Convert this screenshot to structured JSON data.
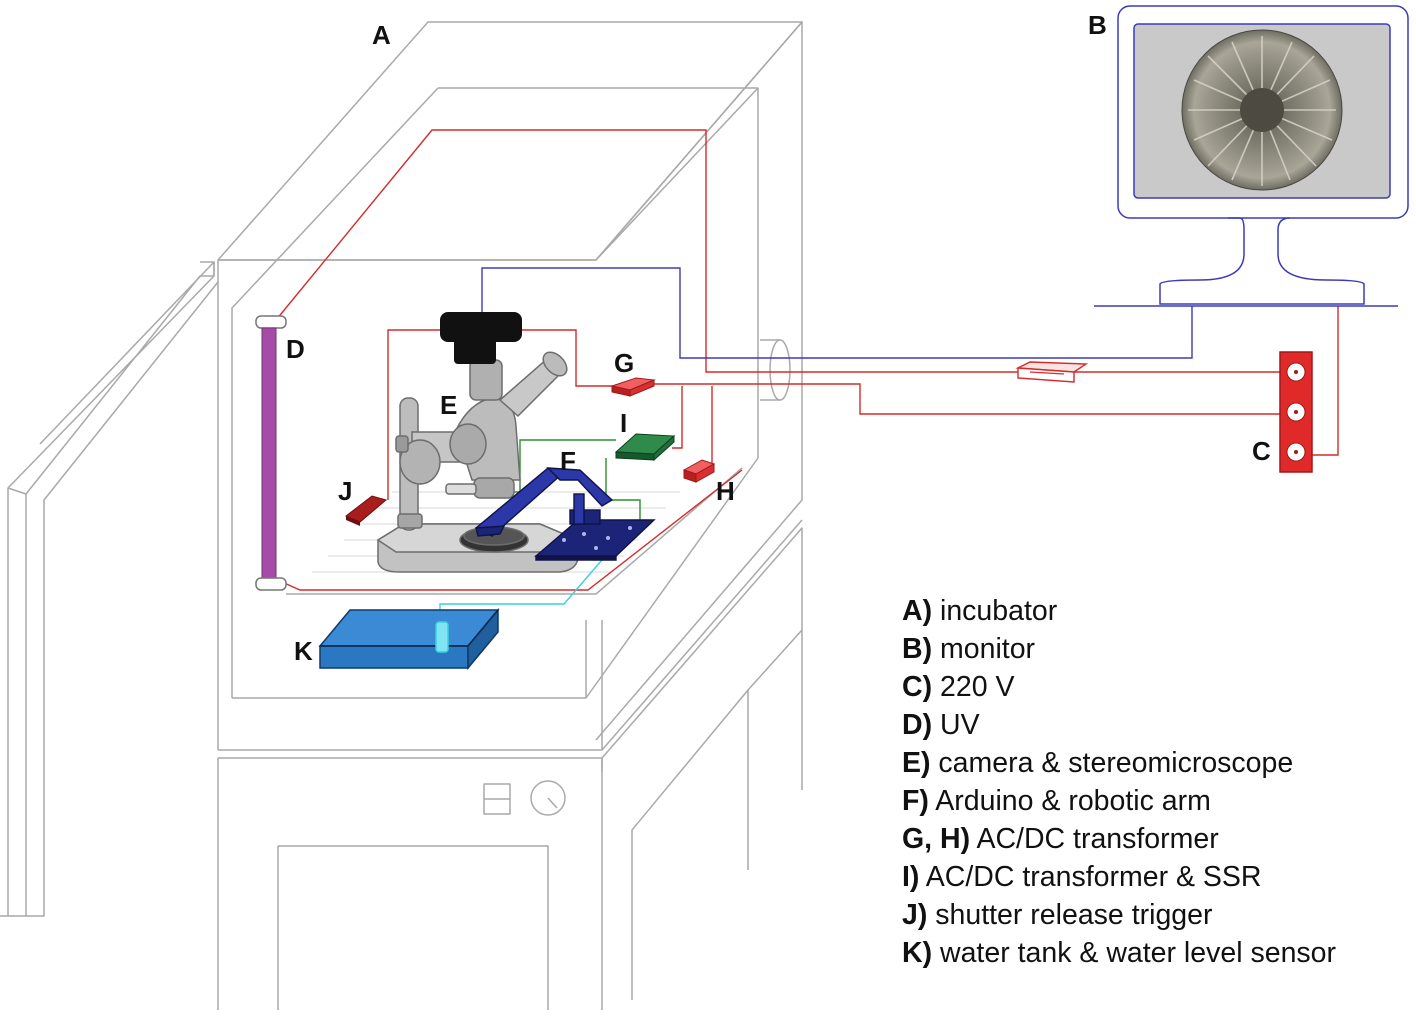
{
  "labels": {
    "A": "A",
    "B": "B",
    "C": "C",
    "D": "D",
    "E": "E",
    "F": "F",
    "G": "G",
    "H": "H",
    "I": "I",
    "J": "J",
    "K": "K"
  },
  "legend": [
    {
      "key": "A)",
      "text": "incubator"
    },
    {
      "key": "B)",
      "text": "monitor"
    },
    {
      "key": "C)",
      "text": "220 V"
    },
    {
      "key": "D)",
      "text": "UV"
    },
    {
      "key": "E)",
      "text": "camera & stereomicroscope"
    },
    {
      "key": "F)",
      "text": "Arduino & robotic arm"
    },
    {
      "key": "G, H)",
      "text": "AC/DC transformer"
    },
    {
      "key": "I)",
      "text": "AC/DC transformer & SSR"
    },
    {
      "key": "J)",
      "text": "shutter release trigger"
    },
    {
      "key": "K)",
      "text": "water tank & water level sensor"
    }
  ],
  "colors": {
    "outline": "#a9a9a9",
    "power_wire": "#d62b2b",
    "video_wire": "#3b3bb8",
    "signal_wire": "#2f8f2f",
    "sensor_wire": "#3ccfe0",
    "uv_lamp": "#a64ca6",
    "transformer": "#e43a3a",
    "trigger": "#a91d1d",
    "ssr": "#1e6f3a",
    "arduino": "#1c2478",
    "water": "#2a78c2",
    "camera": "#111111",
    "microscope": "#bcbcbc"
  }
}
